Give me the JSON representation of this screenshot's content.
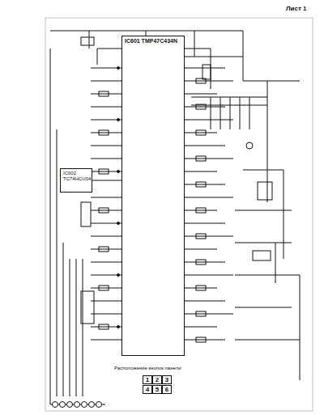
{
  "diagram": {
    "nodes": [
      {
        "text": [
          "IC601 TMP47C434N"
        ]
      },
      {
        "text": [
          "IC602 TC74HCU04"
        ]
      }
    ],
    "edges": [
      {
        "from": 1,
        "to": 0,
        "arrow": "none"
      }
    ],
    "labels": [
      "Лист 1",
      "Расположение кнопок панели",
      "1",
      "2",
      "3",
      "4",
      "5",
      "6"
    ]
  }
}
